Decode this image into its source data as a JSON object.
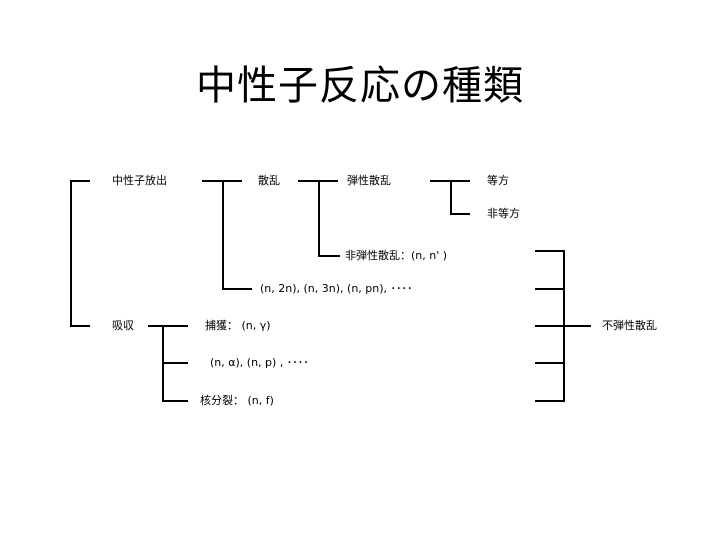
{
  "slide": {
    "title": "中性子反応の種類",
    "background_color": "#ffffff",
    "line_color": "#000000",
    "text_color": "#000000"
  },
  "nodes": {
    "root_branch_1": "中性子放出",
    "root_branch_2": "吸収",
    "scattering": "散乱",
    "elastic": "弾性散乱",
    "isotropic": "等方",
    "anisotropic": "非等方",
    "inelastic": "非弾性散乱：(n, n' )",
    "multi_neutron": "(n, 2n),  (n, 3n),  (n,  pn),  ････",
    "capture": "捕獲：  (n, γ)",
    "charged_particle": "(n, α),  (n, p) ,  ････",
    "fission": "核分裂：  (n, f)",
    "nonelastic": "不弾性散乱"
  },
  "groups": {
    "neutron_emission_children": [
      "弾性散乱",
      "非弾性散乱：(n, n' )",
      "(n, 2n),  (n, 3n),  (n,  pn),  ････"
    ],
    "scattering_children": [
      "弾性散乱",
      "非弾性散乱：(n, n' )"
    ],
    "elastic_children": [
      "等方",
      "非等方"
    ],
    "absorption_children": [
      "捕獲：  (n, γ)",
      "(n, α),  (n, p) ,  ････",
      "核分裂：  (n, f)"
    ],
    "nonelastic_members": [
      "非弾性散乱：(n, n' )",
      "(n, 2n),  (n, 3n),  (n,  pn),  ････",
      "捕獲：  (n, γ)",
      "(n, α),  (n, p) ,  ････",
      "核分裂：  (n, f)"
    ]
  }
}
